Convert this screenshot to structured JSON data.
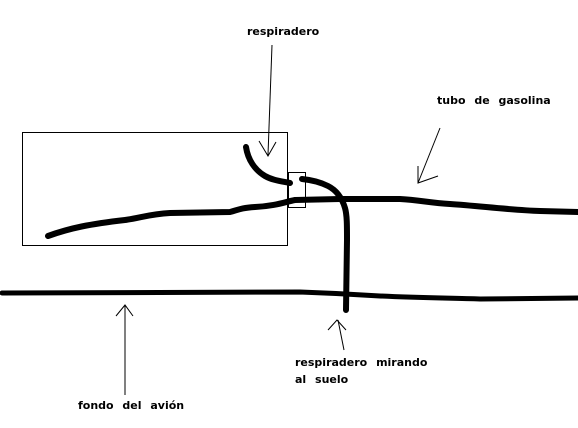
{
  "labels": {
    "respiradero": "respiradero",
    "tubo": "tubo de gasolina",
    "respiradero_suelo_1": "respiradero mirando",
    "respiradero_suelo_2": "al suelo",
    "fondo": "fondo del avión"
  },
  "colors": {
    "ink": "#000000",
    "background": "#ffffff"
  }
}
